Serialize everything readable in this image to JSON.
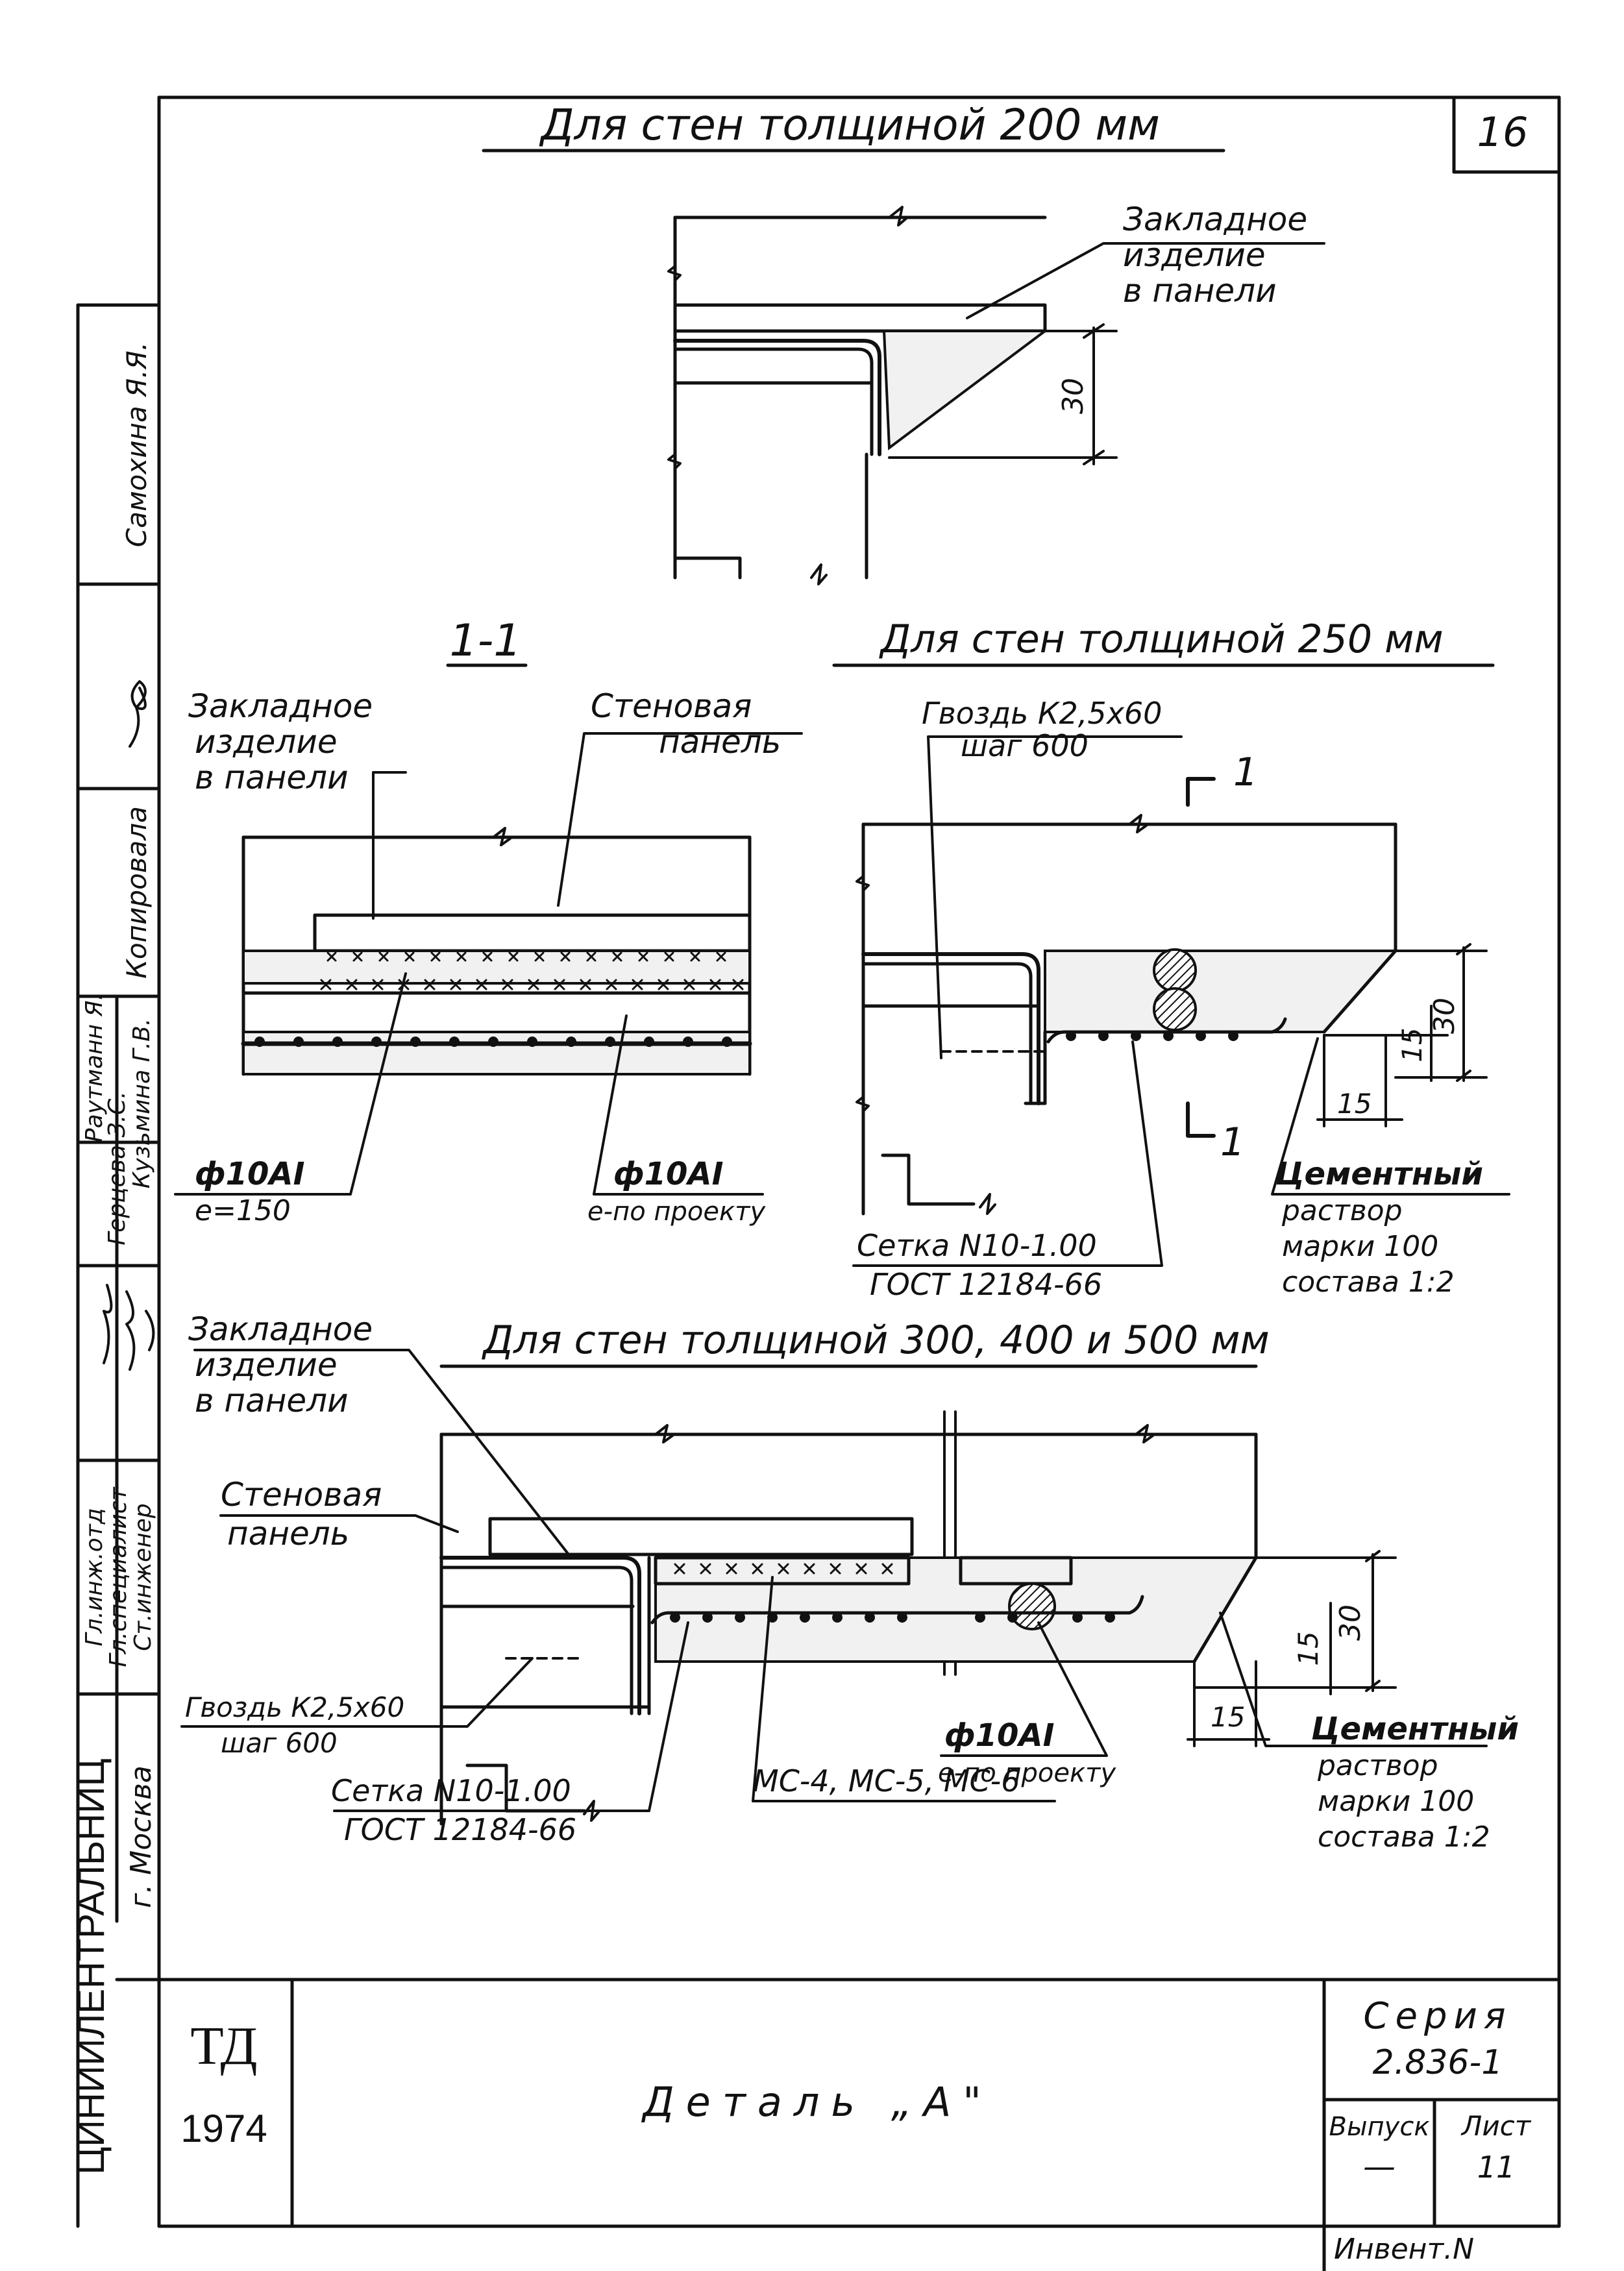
{
  "sheet_number": "16",
  "heading_200": "Для стен толщиной 200 мм",
  "heading_250": "Для стен толщиной 250 мм",
  "heading_300": "Для стен толщиной 300, 400 и 500 мм",
  "section_1_1": "1-1",
  "section_mark": "1",
  "labels": {
    "embedded_l1": "Закладное",
    "embedded_l2": "изделие",
    "embedded_l3": "в панели",
    "wall_panel_l1": "Стеновая",
    "wall_panel_l2": "панель",
    "rebar": "ф10АI",
    "rebar_spacing": "e=150",
    "rebar_project": "e-по проекту",
    "nails_l1": "Гвоздь К2,5х60",
    "nails_l2": "шаг 600",
    "mesh_l1": "Сетка N10-1.00",
    "mesh_l2": "ГОСТ 12184-66",
    "mortar_l1": "Цементный",
    "mortar_l2": "раствор",
    "mortar_l3": "марки 100",
    "mortar_l4": "состава 1:2",
    "mc_list": "МС-4, МС-5, МС-6"
  },
  "dimensions": {
    "d30": "30",
    "d15": "15"
  },
  "stamp": {
    "org": "ЦИНИИЛЕНТРАЛЬНИЦ",
    "city": "г. Москва",
    "roles": [
      "Гл.инж.отд",
      "Гл.специалист",
      "Ст.инженер"
    ],
    "names": [
      "Раутманн Я.",
      "Герцева З.С.",
      "Кузьмина Г.В."
    ],
    "copied_by": "Копировала",
    "copier_name": "Самохина Я.Я.",
    "td": "ТД",
    "year": "1974",
    "title": "Деталь „А\"",
    "series_label": "Серия",
    "series_value": "2.836-1",
    "issue_label": "Выпуск",
    "issue_value": "—",
    "sheet_label": "Лист",
    "sheet_value": "11",
    "inventory": "Инвент.N"
  }
}
